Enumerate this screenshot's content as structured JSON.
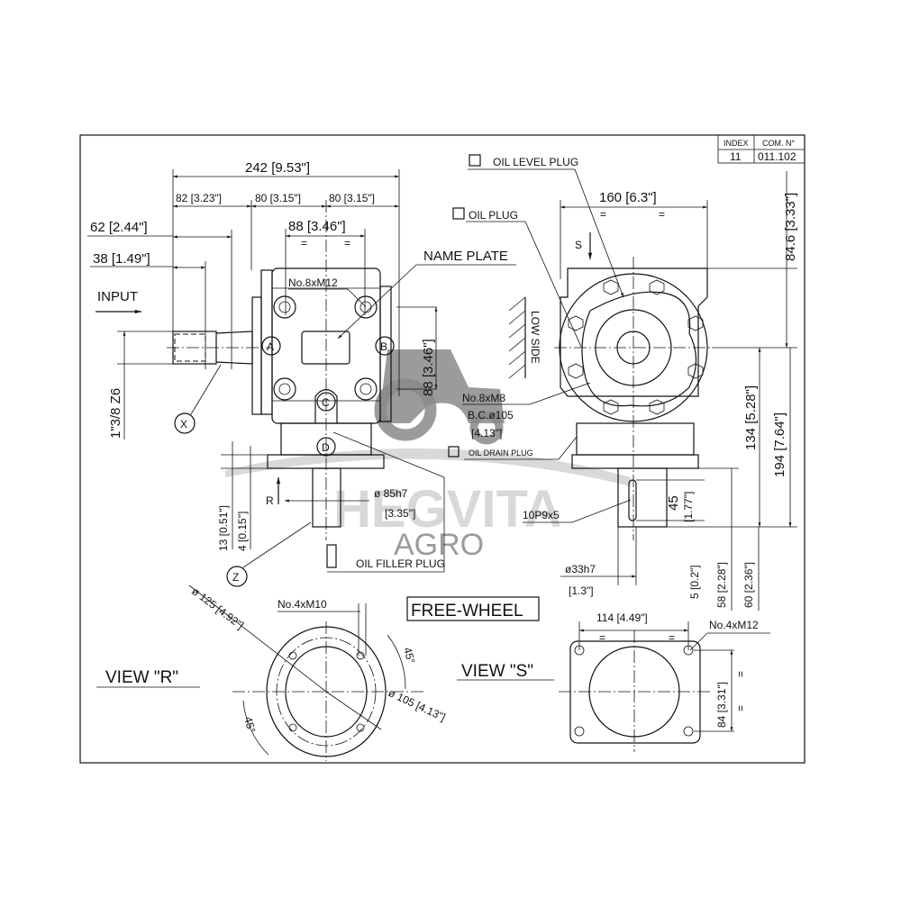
{
  "title_block": {
    "index_label": "INDEX",
    "com_label": "COM. N°",
    "index_value": "11",
    "com_value": "011.102"
  },
  "front_view": {
    "dim_overall": "242 [9.53\"]",
    "dim_82": "82 [3.23\"]",
    "dim_80a": "80 [3.15\"]",
    "dim_80b": "80 [3.15\"]",
    "dim_62": "62 [2.44\"]",
    "dim_38": "38 [1.49\"]",
    "dim_88": "88 [3.46\"]",
    "eq": "=",
    "input": "INPUT",
    "bolt_note": "No.8xM12",
    "name_plate": "NAME PLATE",
    "dim_88_vert": "88 [3.46\"]",
    "shaft_spec": "1\"3/8 Z6",
    "markers": [
      "A",
      "B",
      "C",
      "D",
      "X",
      "Z"
    ],
    "dim_13": "13 [0.51\"]",
    "dim_4": "4 [0.15\"]",
    "dia_85": "ø 85h7",
    "dia_85_in": "[3.35\"]",
    "view_r_arrow": "R",
    "oil_filler": "OIL FILLER PLUG"
  },
  "callouts": {
    "oil_level": "OIL LEVEL PLUG",
    "oil_plug": "OIL PLUG",
    "oil_drain": "OIL DRAIN PLUG",
    "low_side": "LOW SIDE",
    "m8_note": "No.8xM8",
    "bc_note": "B.C.ø105",
    "bc_in": "[4.13\"]"
  },
  "side_view": {
    "dim_160": "160 [6.3\"]",
    "view_s_arrow": "S",
    "dim_84_6": "84.6 [3.33\"]",
    "dim_134": "134 [5.28\"]",
    "dim_194": "194 [7.64\"]",
    "dim_45": "45",
    "dim_45_in": "[1.77\"]",
    "key": "10P9x5",
    "dia_33": "ø33h7",
    "dia_33_in": "[1.3\"]",
    "dim_5": "5 [0.2\"]",
    "dim_58": "58 [2.28\"]",
    "dim_60": "60 [2.36\"]"
  },
  "free_wheel": "FREE-WHEEL",
  "view_r": {
    "title": "VIEW \"R\"",
    "dia_125": "ø 125 [4.92\"]",
    "bolt_note": "No.4xM10",
    "angle_a": "45°",
    "angle_b": "45°",
    "dia_105": "ø 105 [4.13\"]"
  },
  "view_s": {
    "title": "VIEW \"S\"",
    "dim_114": "114 [4.49\"]",
    "bolt_note": "No.4xM12",
    "dim_84": "84 [3.31\"]"
  },
  "watermark": {
    "brand": "HEGVITA",
    "sub": "AGRO"
  },
  "colors": {
    "line": "#111111",
    "watermark": "#8a8a8a"
  }
}
